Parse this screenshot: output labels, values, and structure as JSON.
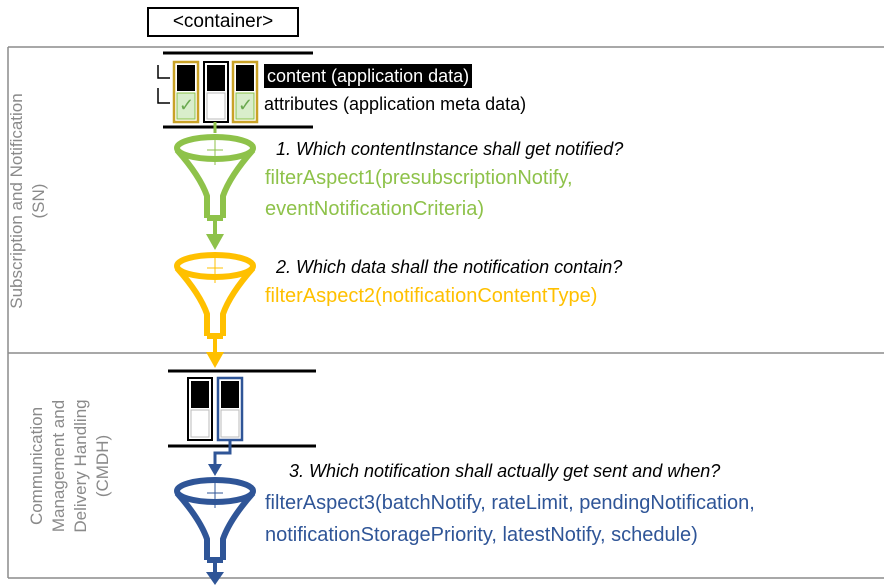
{
  "container_label": "<container>",
  "lanes": {
    "sn": {
      "line1": "Subscription and Notification",
      "line2": "(SN)"
    },
    "cmdh": {
      "line1": "Communication",
      "line2": "Management and",
      "line3": "Delivery Handling",
      "line4": "(CMDH)"
    }
  },
  "legend": {
    "content": "content (application data)",
    "attributes": "attributes (application meta data)",
    "checkmark": "✓"
  },
  "steps": [
    {
      "question": "1. Which contentInstance shall get notified?",
      "filter_line1": "filterAspect1(presubscriptionNotify,",
      "filter_line2": "eventNotificationCriteria)",
      "color": "#92d050"
    },
    {
      "question": "2. Which data shall the notification contain?",
      "filter_line1": "filterAspect2(notificationContentType)",
      "color": "#ffc000"
    },
    {
      "question": "3. Which notification shall actually get sent and when?",
      "filter_line1": "filterAspect3(batchNotify, rateLimit, pendingNotification,",
      "filter_line2": "notificationStoragePriority, latestNotify, schedule)",
      "color": "#2f5597"
    }
  ],
  "icons": [
    "funnel-icon",
    "arrow-down-icon",
    "checkmark-icon"
  ]
}
